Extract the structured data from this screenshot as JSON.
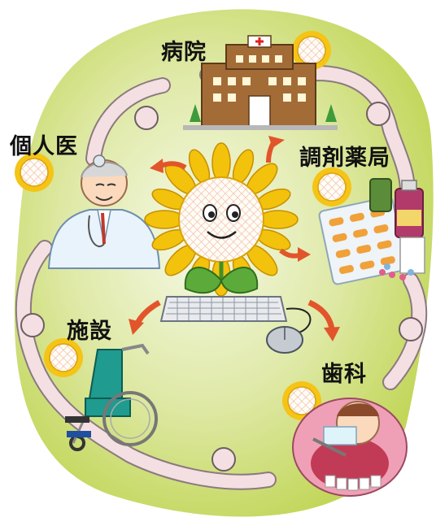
{
  "labels": {
    "hospital": "病院",
    "clinic": "個人医",
    "pharmacy": "調剤薬局",
    "facility": "施設",
    "dental": "歯科"
  },
  "colors": {
    "background_green": "#c5d95a",
    "arm": "#f4dfe3",
    "arrow": "#e2552a",
    "petal": "#f3c20c",
    "leaf": "#5cab3a",
    "hospital": "#8a5a2e"
  }
}
